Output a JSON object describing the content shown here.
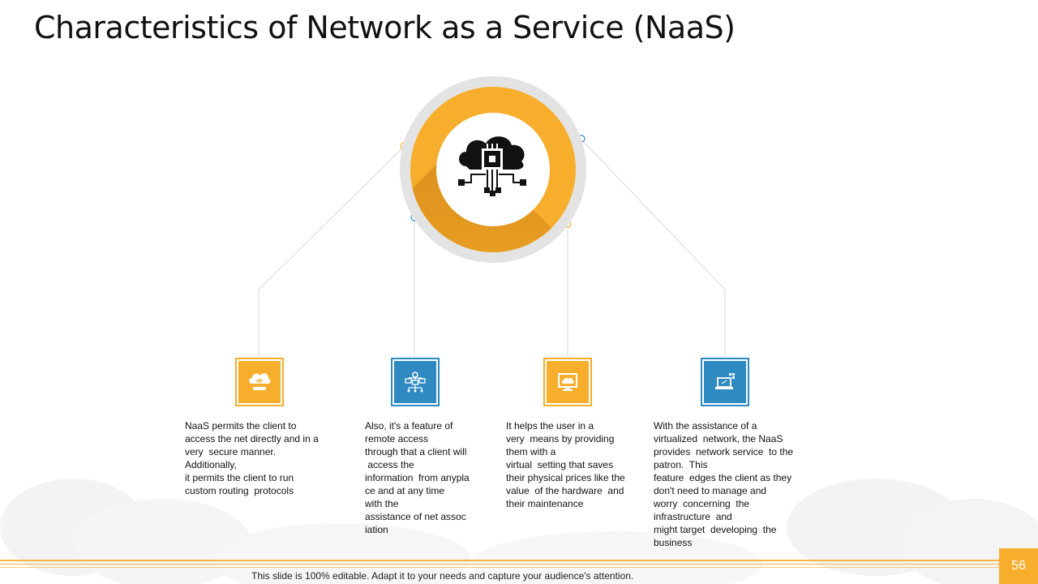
{
  "slide": {
    "title": "Characteristics of Network as a Service (NaaS)",
    "page_number": "56",
    "footer": "This slide is 100% editable. Adapt it to your needs and capture your audience's attention."
  },
  "hub": {
    "icon": "cloud-chip-network-icon"
  },
  "colors": {
    "orange": "#f7ae2c",
    "blue": "#2f8ac2",
    "hub_ring_bg": "#e3e3e3"
  },
  "features": [
    {
      "icon": "cloud-wifi-router-icon",
      "color": "orange",
      "text": "NaaS permits the client to\naccess the net directly and in a\nvery  secure manner.\nAdditionally,\nit permits the client to run\ncustom routing  protocols"
    },
    {
      "icon": "network-hierarchy-icon",
      "color": "blue",
      "text": "Also, it's a feature of\nremote access\nthrough that a client will\n access the\ninformation  from anypla\nce and at any time\nwith the\nassistance of net assoc\niation"
    },
    {
      "icon": "monitor-cloud-icon",
      "color": "orange",
      "text": "It helps the user in a\nvery  means by providing\nthem with a\nvirtual  setting that saves\ntheir physical prices like the\nvalue  of the hardware  and\ntheir maintenance"
    },
    {
      "icon": "laptop-network-icon",
      "color": "blue",
      "text": "With the assistance of a\nvirtualized  network, the NaaS\nprovides  network service  to the\npatron.  This\nfeature  edges the client as they\ndon't need to manage and\nworry  concerning  the\ninfrastructure  and\nmight target  developing  the\nbusiness"
    }
  ]
}
